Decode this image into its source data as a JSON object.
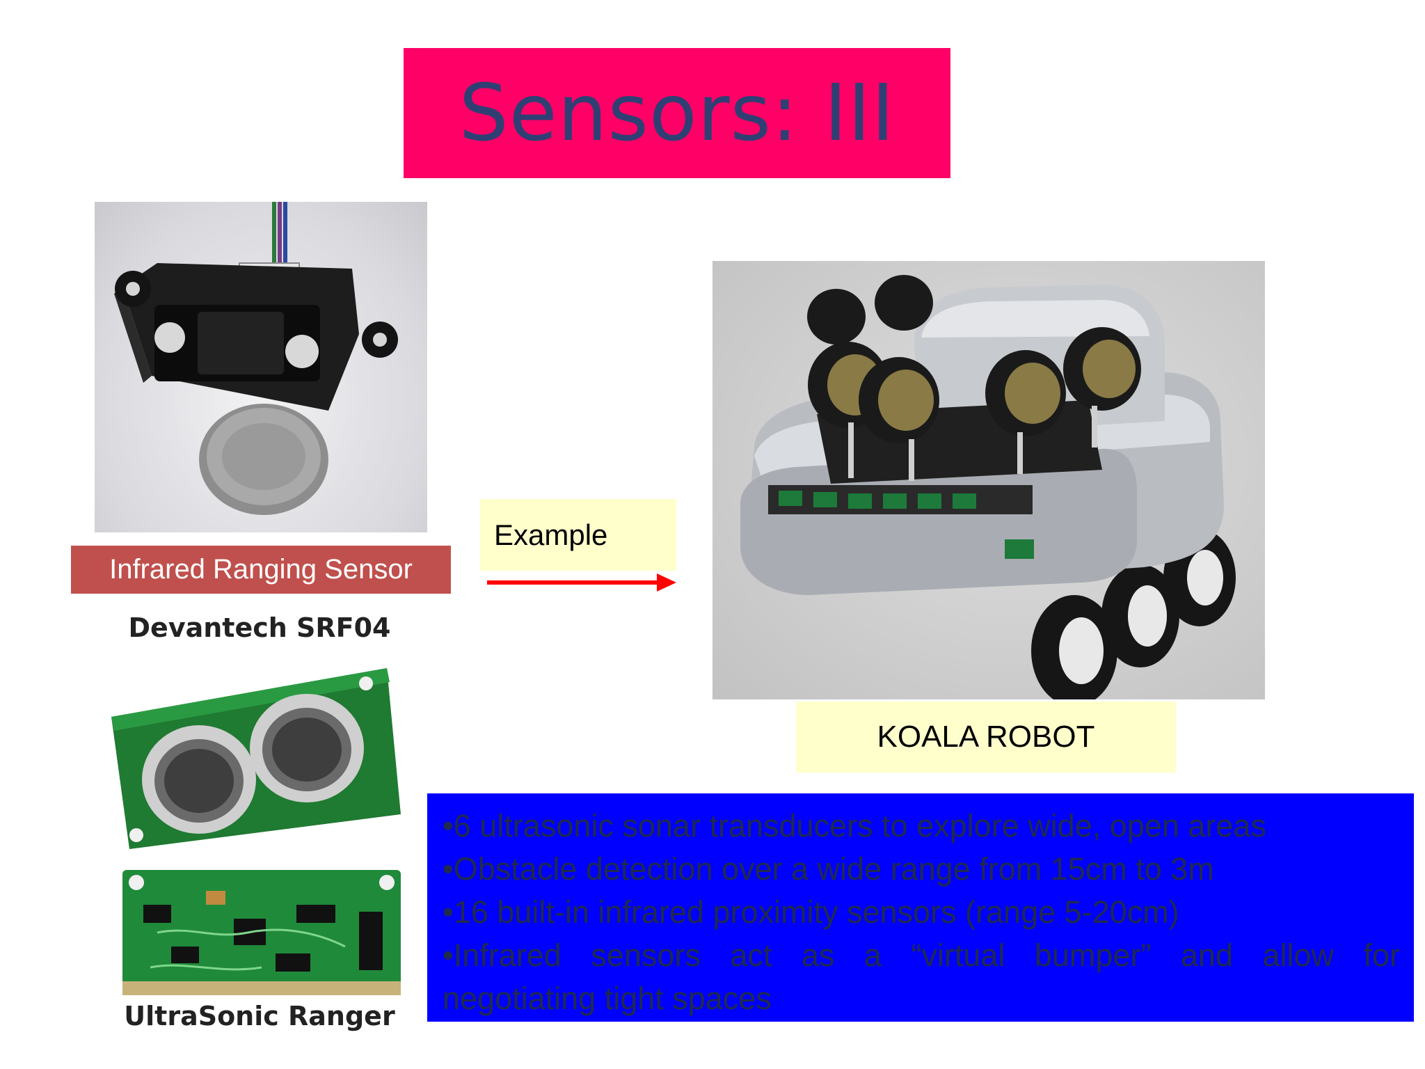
{
  "slide": {
    "title": "Sensors: III"
  },
  "ir_sensor": {
    "label": "Infrared Ranging Sensor"
  },
  "ultrasonic": {
    "photo_caption_top": "Devantech SRF04",
    "photo_caption_bottom": "UltraSonic Ranger"
  },
  "example": {
    "label": "Example"
  },
  "robot": {
    "label": "KOALA ROBOT"
  },
  "bullets": {
    "items": [
      "•6 ultrasonic sonar transducers to explore wide, open areas",
      "•Obstacle detection over a wide range from 15cm to 3m",
      "•16 built-in infrared  proximity sensors (range 5-20cm)",
      "•Infrared   sensors  act  as  a  “virtual  bumper”  and  allow  for",
      "negotiating tight  spaces"
    ]
  },
  "colors": {
    "title_bg": "#ff0066",
    "title_text": "#2f3f73",
    "ir_label_bg": "#c0504d",
    "callout_bg": "#ffffcc",
    "bullets_bg": "#0000ff",
    "bullets_text": "#202a4d",
    "arrow": "#ff0000"
  },
  "icons": {
    "arrow": "right-arrow-icon"
  }
}
